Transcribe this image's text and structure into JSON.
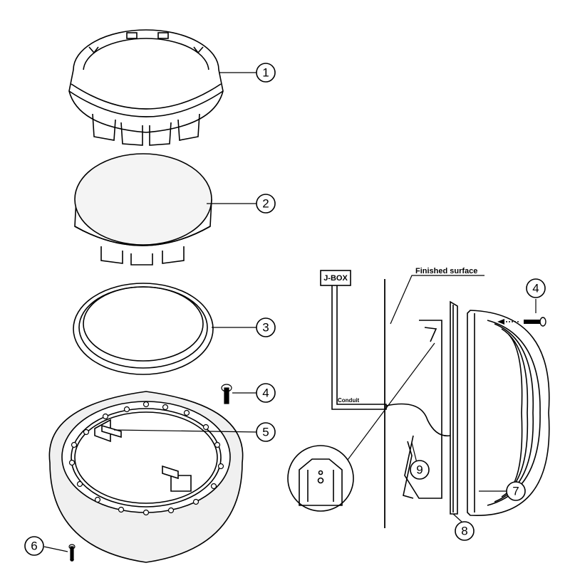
{
  "callouts": {
    "c1": "1",
    "c2": "2",
    "c3": "3",
    "c4": "4",
    "c5": "5",
    "c6": "6",
    "c4b": "4",
    "c7": "7",
    "c8": "8",
    "c9": "9"
  },
  "labels": {
    "jbox": "J-BOX",
    "finished_surface": "Finished surface",
    "conduit": "Conduit"
  }
}
